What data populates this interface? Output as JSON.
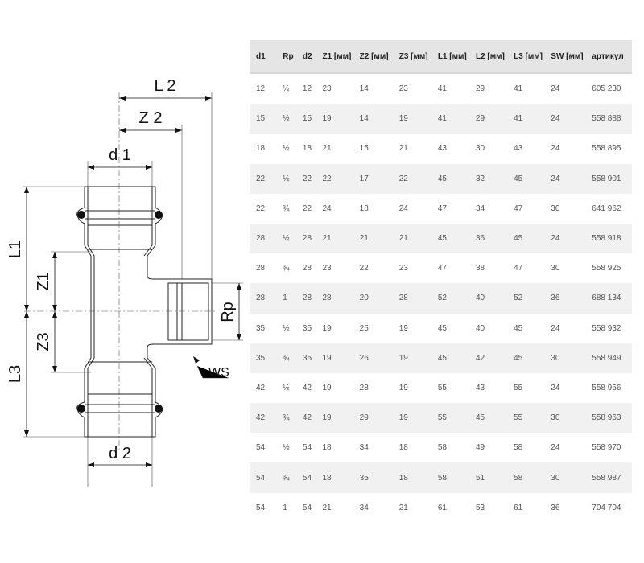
{
  "drawing": {
    "labels": {
      "L1": "L1",
      "L2": "L 2",
      "L3": "L3",
      "Z1": "Z1",
      "Z2": "Z 2",
      "Z3": "Z3",
      "d1": "d 1",
      "d2": "d 2",
      "Rp": "Rp",
      "WS": "WS"
    }
  },
  "table": {
    "headers": [
      "d1",
      "Rp",
      "d2",
      "Z1 [мм]",
      "Z2 [мм]",
      "Z3 [мм]",
      "L1 [мм]",
      "L2 [мм]",
      "L3 [мм]",
      "SW [мм]",
      "артикул"
    ],
    "rows": [
      [
        "12",
        "½",
        "12",
        "23",
        "14",
        "23",
        "41",
        "29",
        "41",
        "24",
        "605 230"
      ],
      [
        "15",
        "½",
        "15",
        "19",
        "14",
        "19",
        "41",
        "29",
        "41",
        "24",
        "558 888"
      ],
      [
        "18",
        "½",
        "18",
        "21",
        "15",
        "21",
        "43",
        "30",
        "43",
        "24",
        "558 895"
      ],
      [
        "22",
        "½",
        "22",
        "22",
        "17",
        "22",
        "45",
        "32",
        "45",
        "24",
        "558 901"
      ],
      [
        "22",
        "¾",
        "22",
        "24",
        "18",
        "24",
        "47",
        "34",
        "47",
        "30",
        "641 962"
      ],
      [
        "28",
        "½",
        "28",
        "21",
        "21",
        "21",
        "45",
        "36",
        "45",
        "24",
        "558 918"
      ],
      [
        "28",
        "¾",
        "28",
        "23",
        "22",
        "23",
        "47",
        "38",
        "47",
        "30",
        "558 925"
      ],
      [
        "28",
        "1",
        "28",
        "28",
        "20",
        "28",
        "52",
        "40",
        "52",
        "36",
        "688 134"
      ],
      [
        "35",
        "½",
        "35",
        "19",
        "25",
        "19",
        "45",
        "40",
        "45",
        "24",
        "558 932"
      ],
      [
        "35",
        "¾",
        "35",
        "19",
        "26",
        "19",
        "45",
        "42",
        "45",
        "30",
        "558 949"
      ],
      [
        "42",
        "½",
        "42",
        "19",
        "28",
        "19",
        "55",
        "43",
        "55",
        "24",
        "558 956"
      ],
      [
        "42",
        "¾",
        "42",
        "19",
        "29",
        "19",
        "55",
        "45",
        "55",
        "30",
        "558 963"
      ],
      [
        "54",
        "½",
        "54",
        "18",
        "34",
        "18",
        "58",
        "49",
        "58",
        "24",
        "558 970"
      ],
      [
        "54",
        "¾",
        "54",
        "18",
        "35",
        "18",
        "58",
        "51",
        "58",
        "30",
        "558 987"
      ],
      [
        "54",
        "1",
        "54",
        "21",
        "34",
        "21",
        "61",
        "53",
        "61",
        "36",
        "704 704"
      ]
    ]
  }
}
